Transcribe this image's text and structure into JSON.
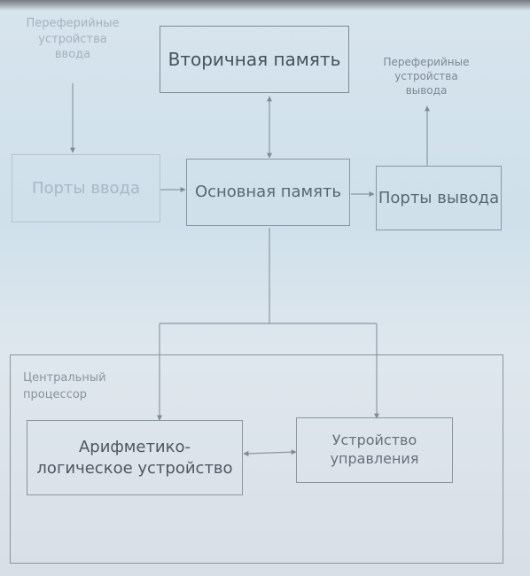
{
  "diagram": {
    "nodes": {
      "secondary_memory": "Вторичная память",
      "input_ports": "Порты ввода",
      "main_memory": "Основная память",
      "output_ports": "Порты вывода",
      "alu": "Арифметико-\nлогическое устройство",
      "control_unit": "Устройство\nуправления"
    },
    "notes": {
      "input_devices": "Переферийные\nустройства\nввода",
      "output_devices": "Переферийные\nустройства\nвывода"
    },
    "cpu_label": "Центральный\nпроцессор",
    "edges": [
      {
        "from": "input_devices",
        "to": "input_ports",
        "style": "arrow"
      },
      {
        "from": "input_ports",
        "to": "main_memory",
        "style": "arrow"
      },
      {
        "from": "main_memory",
        "to": "output_ports",
        "style": "arrow"
      },
      {
        "from": "output_ports",
        "to": "output_devices",
        "style": "arrow"
      },
      {
        "from": "main_memory",
        "to": "secondary_memory",
        "style": "bidirectional"
      },
      {
        "from": "main_memory",
        "to": "alu",
        "style": "arrow"
      },
      {
        "from": "main_memory",
        "to": "control_unit",
        "style": "arrow"
      },
      {
        "from": "alu",
        "to": "control_unit",
        "style": "bidirectional"
      }
    ]
  }
}
